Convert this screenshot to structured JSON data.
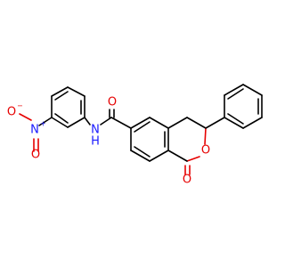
{
  "atoms": {
    "nitro_o_minus": "O",
    "nitro_o_minus_charge": "−",
    "nitro_n": "N",
    "nitro_n_charge": "+",
    "nitro_o_double": "O",
    "amide_n": "N",
    "amide_h": "H",
    "amide_o": "O",
    "ring_o": "O",
    "lactone_o": "O"
  },
  "colors": {
    "bond": "#000000",
    "oxygen": "#e60000",
    "nitrogen": "#1a1aff"
  }
}
